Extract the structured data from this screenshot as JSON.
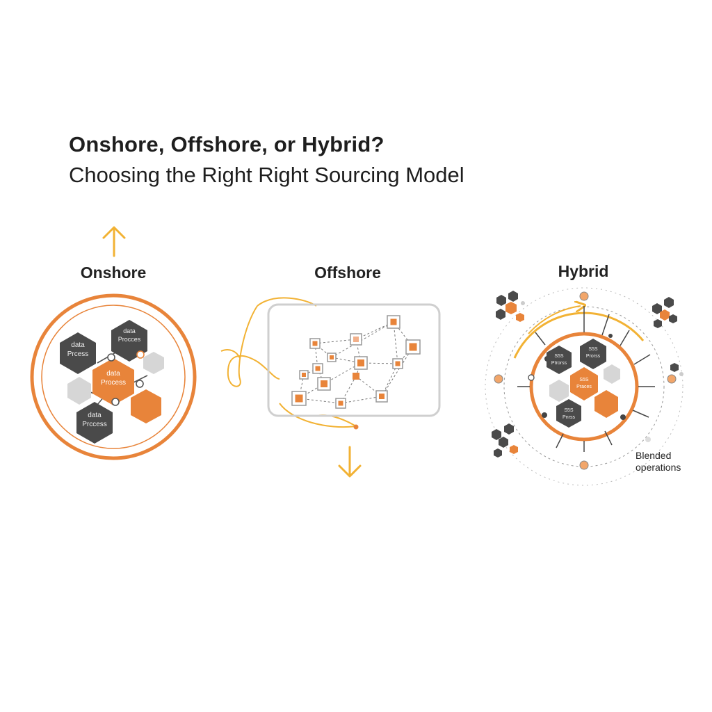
{
  "header": {
    "title": "Onshore, Offshore, or Hybrid?",
    "subtitle": "Choosing the Right Right Sourcing Model"
  },
  "panels": [
    {
      "label": "Onshore",
      "hexes": [
        {
          "line1": "data",
          "line2": "Prcess"
        },
        {
          "line1": "data",
          "line2": "Process"
        },
        {
          "line1": "data",
          "line2": "Procces"
        },
        {
          "line1": "data",
          "line2": "Prccess"
        }
      ]
    },
    {
      "label": "Offshore"
    },
    {
      "label": "Hybrid",
      "hexes": [
        {
          "line1": "S5S",
          "line2": "Ptrorss"
        },
        {
          "line1": "S5S",
          "line2": "Prorss"
        },
        {
          "line1": "S5S",
          "line2": "Praces"
        },
        {
          "line1": "S5S",
          "line2": "Pnrss"
        }
      ],
      "note_line1": "Blended",
      "note_line2": "operations"
    }
  ],
  "colors": {
    "orange": "#e8843a",
    "yellow": "#f2b234",
    "dark": "#4a4a4a",
    "grey": "#d6d6d6"
  }
}
